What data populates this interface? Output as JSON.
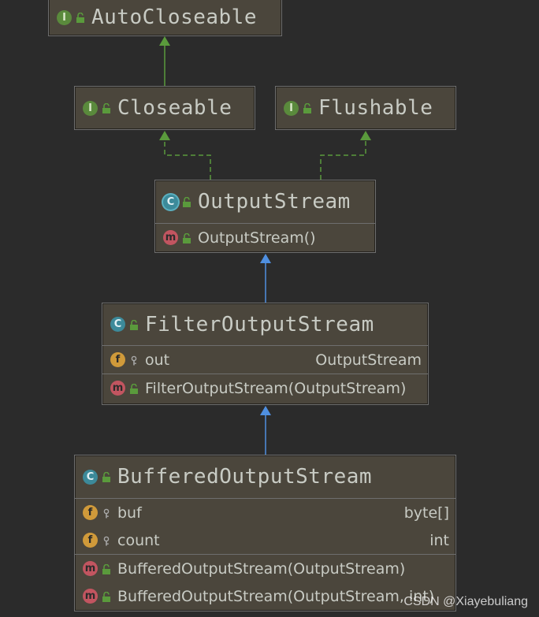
{
  "nodes": {
    "autocloseable": {
      "kind_letter": "I",
      "title": "AutoCloseable"
    },
    "closeable": {
      "kind_letter": "I",
      "title": "Closeable"
    },
    "flushable": {
      "kind_letter": "I",
      "title": "Flushable"
    },
    "outputstream": {
      "kind_letter": "C",
      "title": "OutputStream",
      "methods": [
        {
          "kind_letter": "m",
          "name": "OutputStream()"
        }
      ]
    },
    "filteroutputstream": {
      "kind_letter": "C",
      "title": "FilterOutputStream",
      "fields": [
        {
          "kind_letter": "f",
          "name": "out",
          "type": "OutputStream"
        }
      ],
      "methods": [
        {
          "kind_letter": "m",
          "name": "FilterOutputStream(OutputStream)"
        }
      ]
    },
    "bufferedoutputstream": {
      "kind_letter": "C",
      "title": "BufferedOutputStream",
      "fields": [
        {
          "kind_letter": "f",
          "name": "buf",
          "type": "byte[]"
        },
        {
          "kind_letter": "f",
          "name": "count",
          "type": "int"
        }
      ],
      "methods": [
        {
          "kind_letter": "m",
          "name": "BufferedOutputStream(OutputStream)"
        },
        {
          "kind_letter": "m",
          "name": "BufferedOutputStream(OutputStream, int)"
        }
      ]
    }
  },
  "colors": {
    "implements_edge": "#5a9a3c",
    "extends_edge": "#4f8fe0",
    "node_fill": "#4b463c",
    "canvas": "#2b2b2b"
  },
  "watermark": "CSDN @Xiayebuliang"
}
